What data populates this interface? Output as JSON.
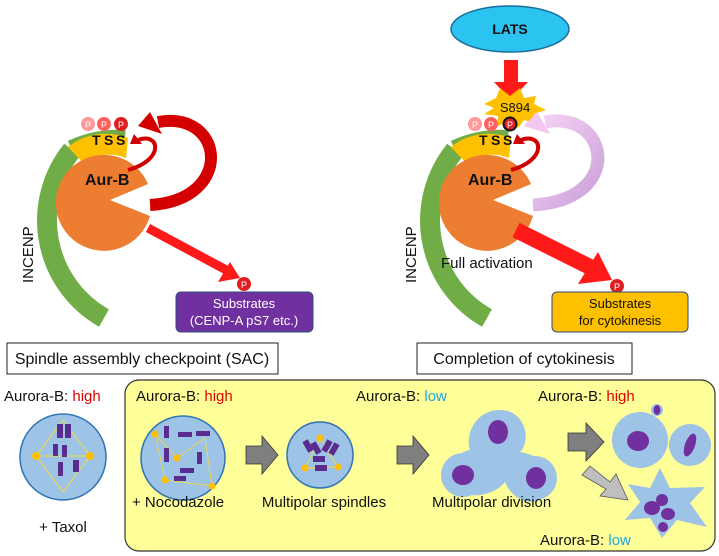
{
  "left_panel": {
    "phospho_residues": [
      "T",
      "S",
      "S"
    ],
    "phospho_mark": "P",
    "kinase": "Aur-B",
    "scaffold": "INCENP",
    "substrate_box": {
      "line1": "Substrates",
      "line2": "(CENP-A pS7 etc.)",
      "color": "#7030A0"
    },
    "mode_label": "Spindle assembly checkpoint (SAC)"
  },
  "right_panel": {
    "upstream_kinase": "LATS",
    "site": "S894",
    "phospho_residues": [
      "T",
      "S",
      "S"
    ],
    "phospho_mark": "P",
    "kinase": "Aur-B",
    "scaffold": "INCENP",
    "activation_label": "Full activation",
    "substrate_box": {
      "line1": "Substrates",
      "line2": "for cytokinesis",
      "color": "#FFC000"
    },
    "mode_label": "Completion of cytokinesis"
  },
  "bottom": {
    "taxol": {
      "aurora_prefix": "Aurora-B: ",
      "aurora_level": "high",
      "treatment": "+ Taxol"
    },
    "nocodazole": {
      "aurora_prefix": "Aurora-B: ",
      "aurora_level": "high",
      "treatment": "+ Nocodazole"
    },
    "multipolar_spindles": {
      "caption": "Multipolar spindles"
    },
    "multipolar_division": {
      "aurora_prefix": "Aurora-B: ",
      "aurora_level": "low",
      "caption": "Multipolar division"
    },
    "outcome_high": {
      "aurora_prefix": "Aurora-B: ",
      "aurora_level": "high"
    },
    "outcome_low": {
      "aurora_prefix": "Aurora-B: ",
      "aurora_level": "low"
    }
  },
  "colors": {
    "high": "#E00000",
    "low": "#1FA7E0",
    "incenp": "#70AD47",
    "kinase": "#ED7D31",
    "cell": "#9DC3E6",
    "nucleus": "#7030A0",
    "panel_bg": "#FFFF99",
    "lats": "#2BC4F0"
  }
}
